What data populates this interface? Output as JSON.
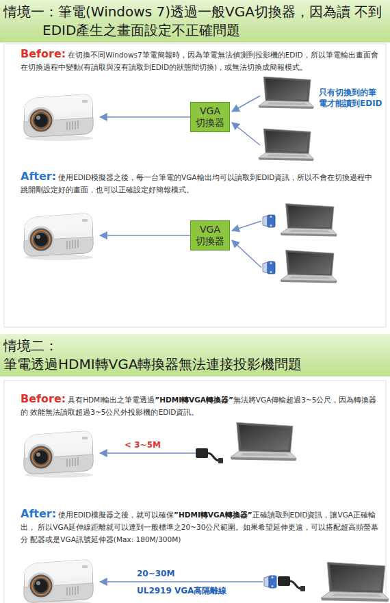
{
  "diagram": {
    "nodes": [
      {
        "text": [
          "情境一：筆電(Windows 7)透過一般VGA切換器，因為讀 不到EDID產生之畫面設定不正確問題"
        ]
      },
      {
        "text": [
          "VGA 切換器"
        ]
      },
      {
        "text": [
          "VGA 切換器"
        ]
      },
      {
        "text": [
          "情境二：",
          "筆電透過HDMI轉VGA轉換器無法連接投影機問題"
        ]
      }
    ],
    "labels": [
      "Before:",
      "在切換不同Windows7筆電簡報時，因為筆電無法偵測到投影機的EDID，所以筆電輸出畫面會 在切換過程中變動(有讀取與沒有讀取到EDID的狀態間切換)，或無法切換成簡報模式。",
      "只有切換到的筆 電才能讀到EDID",
      "After:",
      "使用EDID模擬器之後，每一台筆電的VGA輸出均可以讀取到EDID資訊，所以不會在切換過程中 跳開剛設定好的畫面，也可以正確設定好簡報模式。",
      "Before:",
      "具有HDMI輸出之筆電透過",
      "”HDMI轉VGA轉換器”",
      "無法將VGA傳輸超過3~5公尺，因為轉換器的 效能無法讀取超過3~5公尺外投影機的EDID資訊。",
      "< 3~5M",
      "After:",
      "使用EDID模擬器之後，就可以確保",
      "”HDMI轉VGA轉換器”",
      "正確讀取到EDID資訊，讓VGA正確輸出， 所以VGA延伸線距離就可以達到一般標準之20~30公尺範圍。如果希望延伸更遠，可以搭配超高頻螢幕分 配器或是VGA訊號延伸器(Max: 180M/300M)",
      "20~30M",
      "UL2919 VGA高隔離線"
    ]
  }
}
